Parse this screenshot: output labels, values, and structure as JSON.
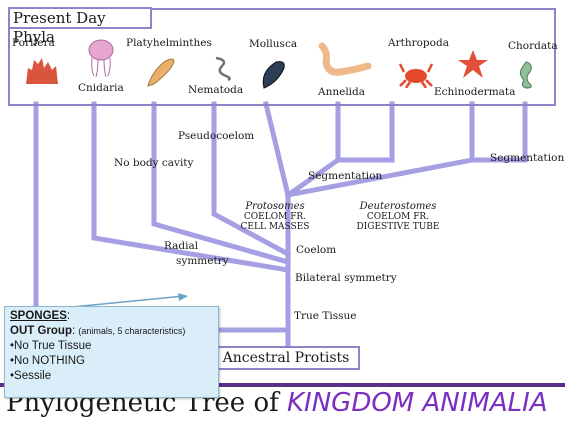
{
  "box_title": "Present Day Phyla",
  "phyla": [
    {
      "name": "Porifera",
      "icon": "sponge-icon"
    },
    {
      "name": "Cnidaria",
      "icon": "jellyfish-icon"
    },
    {
      "name": "Platyhelminthes",
      "icon": "flatworm-icon"
    },
    {
      "name": "Nematoda",
      "icon": "roundworm-icon"
    },
    {
      "name": "Mollusca",
      "icon": "mussel-icon"
    },
    {
      "name": "Annelida",
      "icon": "earthworm-icon"
    },
    {
      "name": "Arthropoda",
      "icon": "crab-icon"
    },
    {
      "name": "Echinodermata",
      "icon": "starfish-icon"
    },
    {
      "name": "Chordata",
      "icon": "seahorse-icon"
    }
  ],
  "labels": {
    "pseudocoelom": "Pseudocoelom",
    "no_body_cavity": "No body cavity",
    "segmentation_left": "Segmentation",
    "segmentation_right": "Segmentation",
    "protostomes": "Protosomes",
    "protostomes_line1": "COELOM FR.",
    "protostomes_line2": "CELL MASSES",
    "deuterostomes": "Deuterostomes",
    "deuterostomes_line1": "COELOM FR.",
    "deuterostomes_line2": "DIGESTIVE TUBE",
    "radial_line1": "Radial",
    "radial_line2": "symmetry",
    "coelom": "Coelom",
    "bilateral": "Bilateral symmetry",
    "true_tissue": "True Tissue",
    "ancestral": "Ancestral Protists"
  },
  "bottom_title": {
    "prefix": "Phylogenetic Tree of ",
    "emphasis": "KINGDOM ANIMALIA"
  },
  "callout": {
    "title": "SPONGES",
    "title_suffix": ":",
    "line1_bold": "OUT Group",
    "line1_rest": ": ",
    "line1_small": "(animals, 5 characteristics)",
    "bullets": [
      "•No True Tissue",
      "•No NOTHING",
      "•Sessile"
    ]
  },
  "colors": {
    "branch": "#a59fe3",
    "box_border": "#8e82c9",
    "callout_bg": "#d9eef8",
    "emphasis": "#7b2fc0",
    "bottom_band": "#5a2f86"
  }
}
